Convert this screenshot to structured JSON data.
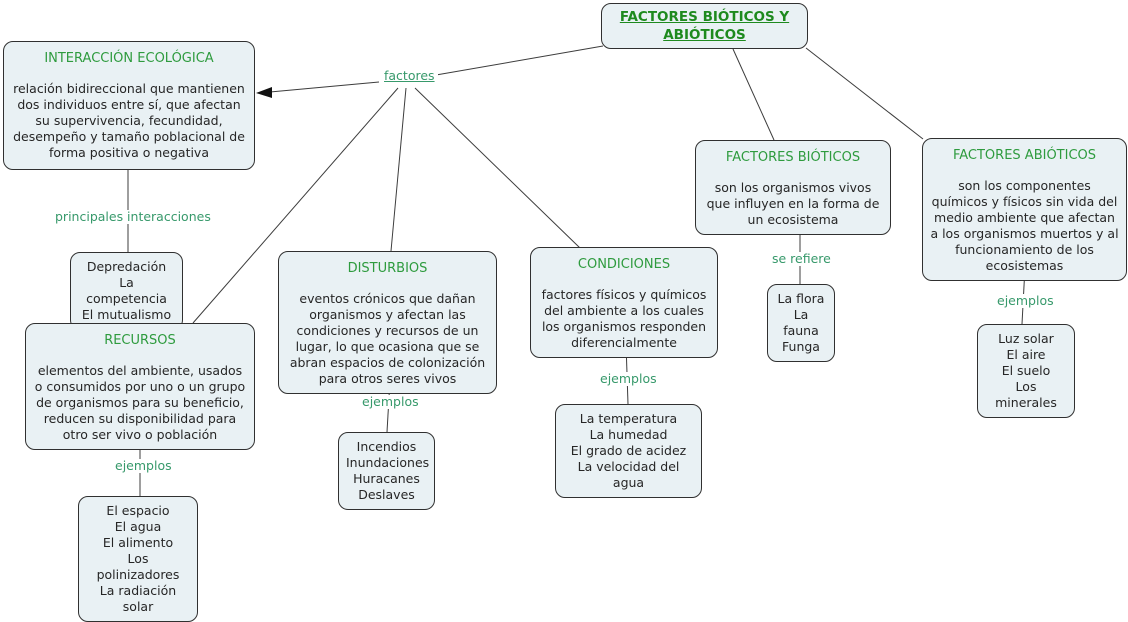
{
  "colors": {
    "node_fill": "#e9f1f4",
    "node_border": "#303030",
    "concept_title_green": "#2e9b3e",
    "root_title_green": "#1e8a1e",
    "link_label_green": "#37996b",
    "body_text": "#262626",
    "connector_line": "#3c3c3c"
  },
  "root": {
    "title": "FACTORES BIÓTICOS Y ABIÓTICOS"
  },
  "labels": {
    "factores": "factores",
    "principales_interacciones": "principales interacciones",
    "ejemplos": "ejemplos",
    "se_refiere": "se refiere"
  },
  "nodes": {
    "interaccion_ecologica": {
      "title": "INTERACCIÓN ECOLÓGICA",
      "body": "relación bidireccional que mantienen dos individuos entre sí, que afectan su supervivencia, fecundidad, desempeño y tamaño poblacional de forma positiva o negativa"
    },
    "interacciones_items": [
      "Depredación",
      "La competencia",
      "El mutualismo"
    ],
    "recursos": {
      "title": "RECURSOS",
      "body": "elementos del ambiente, usados o consumidos por uno o un grupo de organismos para su beneficio, reducen su disponibilidad para otro ser vivo o población"
    },
    "recursos_ejemplos": [
      "El espacio",
      "El agua",
      "El alimento",
      "Los polinizadores",
      "La radiación solar"
    ],
    "disturbios": {
      "title": "DISTURBIOS",
      "body": "eventos crónicos que dañan organismos y afectan las condiciones y recursos de un lugar, lo que ocasiona que se abran espacios de colonización para otros seres vivos"
    },
    "disturbios_ejemplos": [
      "Incendios",
      "Inundaciones",
      "Huracanes",
      "Deslaves"
    ],
    "condiciones": {
      "title": "CONDICIONES",
      "body": "factores físicos y químicos del ambiente a los cuales los organismos responden diferencialmente"
    },
    "condiciones_ejemplos": [
      "La temperatura",
      "La humedad",
      "El grado de acidez",
      "La velocidad del agua"
    ],
    "factores_bioticos": {
      "title": "FACTORES BIÓTICOS",
      "body": "son los organismos vivos que influyen en la forma de un ecosistema"
    },
    "bioticos_ejemplos": [
      "La flora",
      "La fauna",
      "Funga"
    ],
    "factores_abioticos": {
      "title": "FACTORES ABIÓTICOS",
      "body": "son los componentes químicos y físicos sin vida del medio ambiente que afectan a los organismos muertos y al funcionamiento de los ecosistemas"
    },
    "abioticos_ejemplos": [
      "Luz solar",
      "El aire",
      "El suelo",
      "Los minerales"
    ]
  }
}
